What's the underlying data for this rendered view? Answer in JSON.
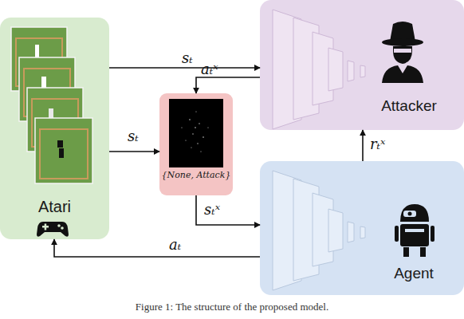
{
  "diagram": {
    "caption": "Figure 1: The structure of the proposed model.",
    "nodes": [
      {
        "text": [
          "Atari"
        ]
      },
      {
        "text": [
          "{None, Attack}"
        ]
      },
      {
        "text": [
          "Attacker"
        ]
      },
      {
        "text": [
          "Agent"
        ]
      }
    ],
    "edges": [
      {
        "from": 0,
        "to": 2,
        "label": "sₜ",
        "arrow": "to"
      },
      {
        "from": 2,
        "to": 1,
        "label": "aₜˣ",
        "arrow": "to"
      },
      {
        "from": 0,
        "to": 1,
        "label": "sₜ",
        "arrow": "to"
      },
      {
        "from": 1,
        "to": 3,
        "label": "sₜˣ",
        "arrow": "to"
      },
      {
        "from": 3,
        "to": 2,
        "label": "rₜˣ",
        "arrow": "to"
      },
      {
        "from": 3,
        "to": 0,
        "label": "aₜ",
        "arrow": "to"
      }
    ]
  }
}
